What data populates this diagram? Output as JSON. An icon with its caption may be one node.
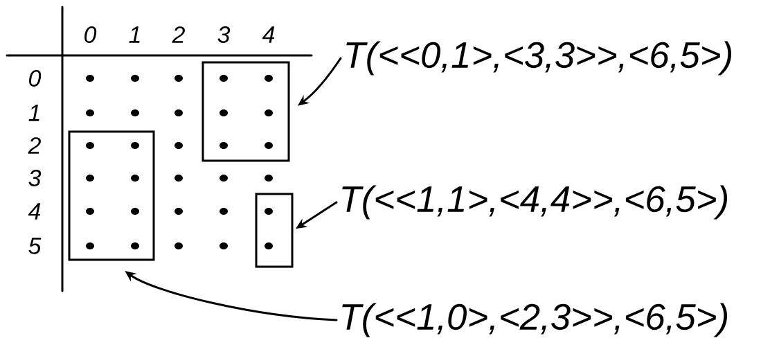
{
  "diagram": {
    "nodes": [
      {
        "text": [],
        "shape": "box"
      },
      {
        "text": [],
        "shape": "box"
      },
      {
        "text": [],
        "shape": "box"
      },
      {
        "text": [
          "T(<<0,1>,<3,3>>,<6,5>)"
        ]
      },
      {
        "text": [
          "T(<<1,1>,<4,4>>,<6,5>)"
        ]
      },
      {
        "text": [
          "T(<<1,0>,<2,3>>,<6,5>)"
        ]
      }
    ],
    "edges": [
      {
        "from": 3,
        "to": 0,
        "arrow": "to"
      },
      {
        "from": 4,
        "to": 2,
        "arrow": "to"
      },
      {
        "from": 5,
        "to": 1,
        "arrow": "to"
      }
    ],
    "labels": [
      "0",
      "1",
      "2",
      "3",
      "4",
      "0",
      "1",
      "2",
      "3",
      "4",
      "5"
    ]
  }
}
